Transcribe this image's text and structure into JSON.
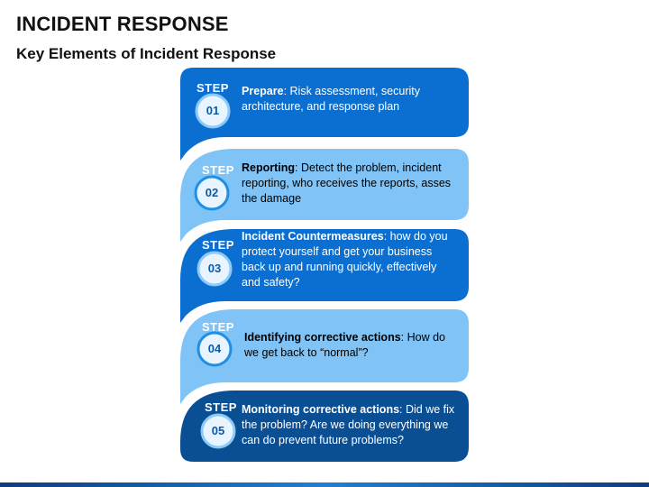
{
  "title": "INCIDENT RESPONSE",
  "subtitle": "Key Elements of Incident Response",
  "steps": [
    {
      "label": "STEP",
      "number": "01",
      "heading": "Prepare",
      "text": ": Risk assessment, security architecture, and response plan"
    },
    {
      "label": "STEP",
      "number": "02",
      "heading": "Reporting",
      "text": ": Detect the problem, incident reporting, who receives the reports, asses the damage"
    },
    {
      "label": "STEP",
      "number": "03",
      "heading": "Incident Countermeasures",
      "text": ": how do you protect yourself and get your business back up and running quickly, effectively and safety?"
    },
    {
      "label": "STEP",
      "number": "04",
      "heading": "Identifying corrective actions",
      "text": ": How do we get back to “normal”?"
    },
    {
      "label": "STEP",
      "number": "05",
      "heading": "Monitoring corrective actions",
      "text": ": Did we fix the problem? Are we doing everything we can do prevent future problems?"
    }
  ],
  "colors": {
    "medium_blue": "#0b6fd1",
    "light_blue": "#7fc3f7",
    "dark_blue": "#0a4f93",
    "circle_fill": "#e8f4ff",
    "footer": "#1f7fd6"
  }
}
